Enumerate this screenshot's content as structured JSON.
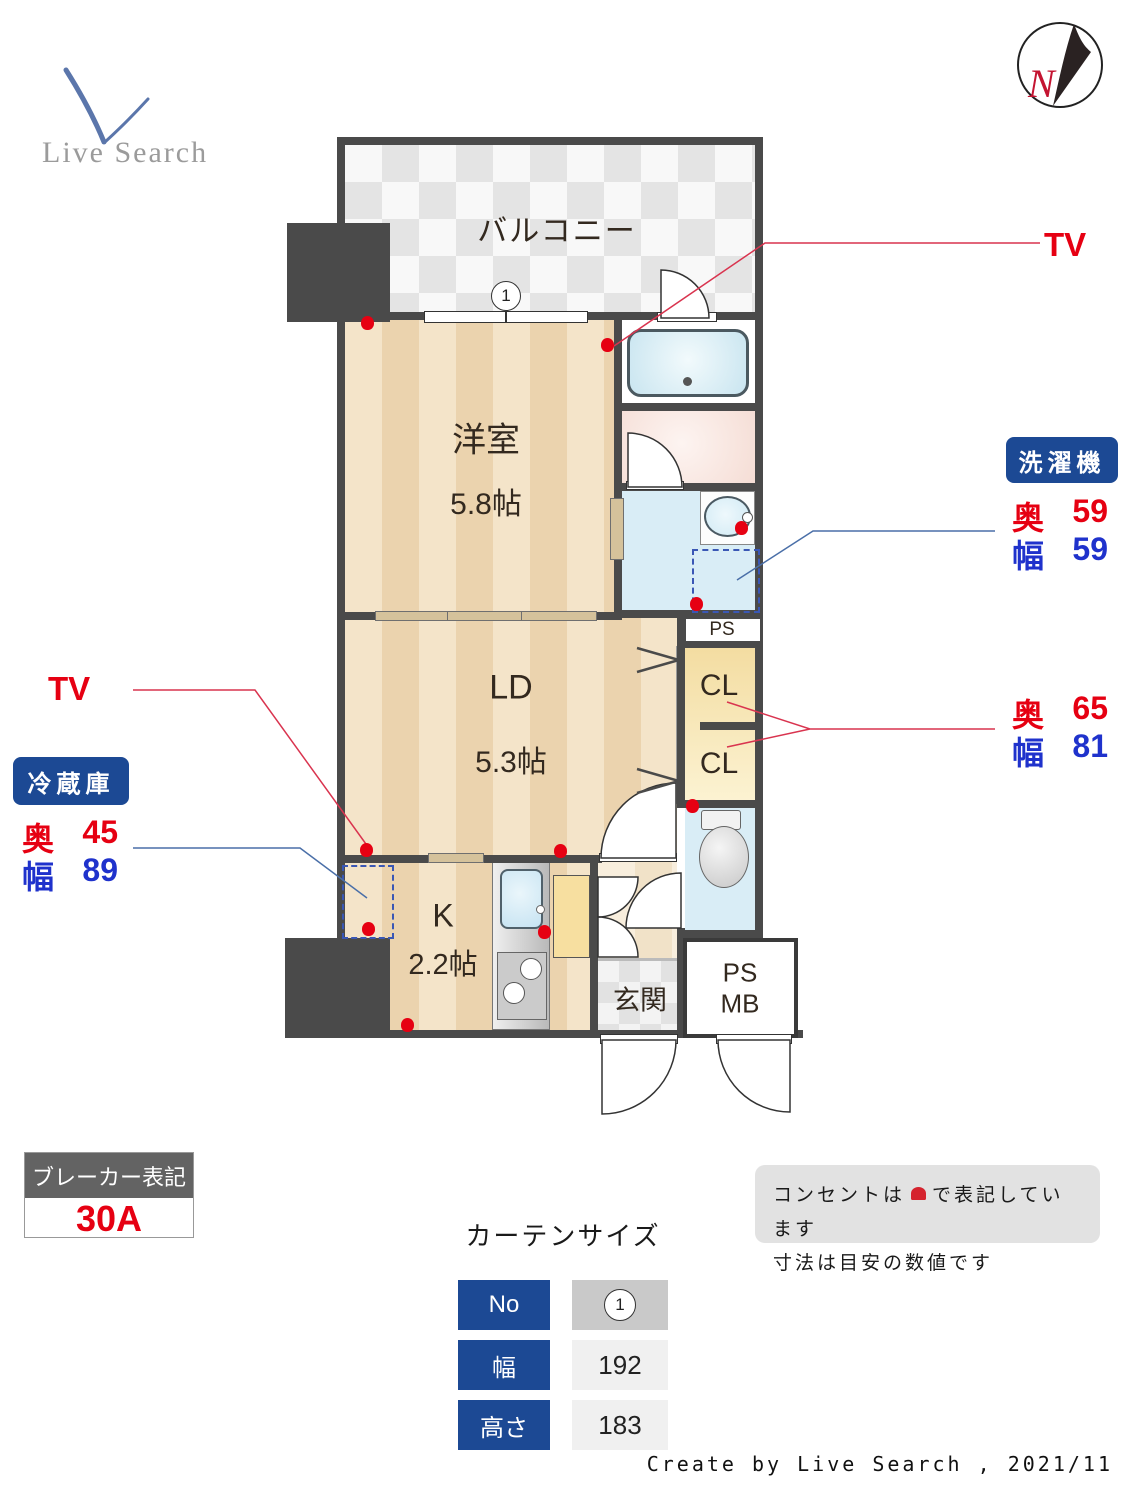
{
  "logo": {
    "text": "Live Search"
  },
  "compass": {
    "north": "N"
  },
  "plan": {
    "balcony_label": "バルコニー",
    "window_no": "1",
    "rooms": {
      "western": {
        "name": "洋室",
        "size": "5.8帖"
      },
      "ld": {
        "name": "LD",
        "size": "5.3帖"
      },
      "kitchen": {
        "name": "K",
        "size": "2.2帖"
      },
      "entrance": {
        "name": "玄関"
      },
      "ps": "PS",
      "ps_mb": {
        "line1": "PS",
        "line2": "MB"
      },
      "closet_upper": "CL",
      "closet_lower": "CL"
    }
  },
  "annotations": {
    "tv_right": "TV",
    "tv_left": "TV",
    "washer": {
      "title": "洗濯機",
      "depth_label": "奥",
      "depth_value": "59",
      "width_label": "幅",
      "width_value": "59"
    },
    "fridge": {
      "title": "冷蔵庫",
      "depth_label": "奥",
      "depth_value": "45",
      "width_label": "幅",
      "width_value": "89"
    },
    "closet": {
      "depth_label": "奥",
      "depth_value": "65",
      "width_label": "幅",
      "width_value": "81"
    }
  },
  "breaker": {
    "title": "ブレーカー表記",
    "value": "30A"
  },
  "curtain": {
    "title": "カーテンサイズ",
    "rows": [
      {
        "label": "No",
        "value": "1"
      },
      {
        "label": "幅",
        "value": "192"
      },
      {
        "label": "高さ",
        "value": "183"
      }
    ]
  },
  "note": {
    "line1_prefix": "コンセントは",
    "line1_suffix": "で表記しています",
    "line2": "寸法は目安の数値です"
  },
  "footer": "Create by Live Search , 2021/11",
  "colors": {
    "wall": "#4a4a4a",
    "accent_red": "#e60012",
    "value_blue": "#1f32cc",
    "navy_box": "#1c4994",
    "closet_yellow": "#f6e3ac",
    "water_blue": "#d9edf6"
  }
}
